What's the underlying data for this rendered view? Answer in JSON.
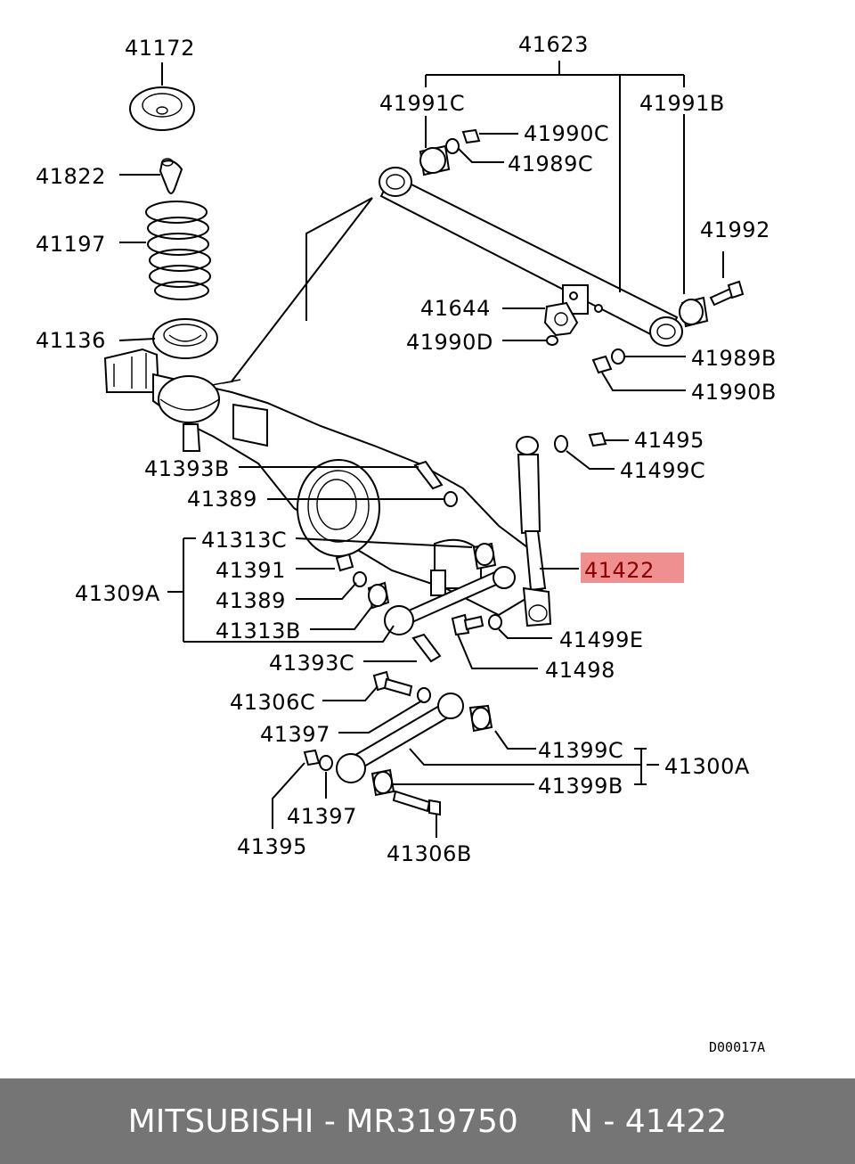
{
  "diagram": {
    "labels": {
      "l41172": "41172",
      "l41623": "41623",
      "l41991C": "41991C",
      "l41991B": "41991B",
      "l41990C": "41990C",
      "l41989C": "41989C",
      "l41822": "41822",
      "l41197": "41197",
      "l41992": "41992",
      "l41644": "41644",
      "l41990D": "41990D",
      "l41136": "41136",
      "l41989B": "41989B",
      "l41990B": "41990B",
      "l41495": "41495",
      "l41499C": "41499C",
      "l41393B": "41393B",
      "l41389a": "41389",
      "l41313C": "41313C",
      "l41422": "41422",
      "l41391": "41391",
      "l41309A": "41309A",
      "l41389b": "41389",
      "l41313B": "41313B",
      "l41499E": "41499E",
      "l41498": "41498",
      "l41393C": "41393C",
      "l41306C": "41306C",
      "l41397a": "41397",
      "l41399C": "41399C",
      "l41300A": "41300A",
      "l41399B": "41399B",
      "l41397b": "41397",
      "l41395": "41395",
      "l41306B": "41306B"
    },
    "highlighted_part": "41422",
    "highlight_color": "#ef8f8f",
    "drawing_code": "D00017A"
  },
  "footer": {
    "text": "MITSUBISHI - MR319750     N - 41422",
    "background": "#757575"
  }
}
